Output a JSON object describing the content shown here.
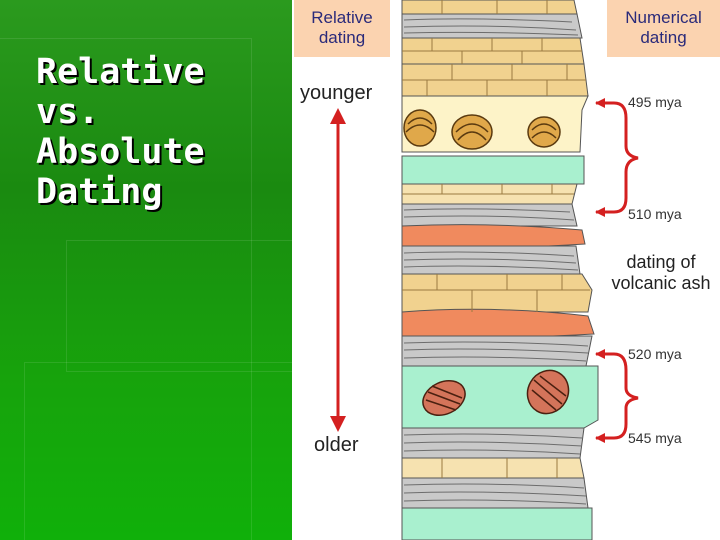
{
  "title_lines": [
    "Relative",
    "vs.",
    "Absolute",
    "Dating"
  ],
  "relative_box": {
    "line1": "Relative",
    "line2": "dating"
  },
  "numerical_box": {
    "line1": "Numerical",
    "line2": "dating"
  },
  "axis": {
    "top_label": "younger",
    "bottom_label": "older"
  },
  "ages": [
    {
      "label": "495 mya"
    },
    {
      "label": "510 mya"
    },
    {
      "label": "520 mya"
    },
    {
      "label": "545 mya"
    }
  ],
  "ash_label": {
    "line1": "dating of",
    "line2": "volcanic ash"
  },
  "colors": {
    "green_panel": "#1a8a10",
    "box_fill": "#fbd3b0",
    "arrow": "#d42020",
    "limestone": "#f1d28f",
    "shale": "#c9c9c9",
    "orange_layer": "#f08a5e",
    "mint_layer": "#a9f0cf"
  },
  "icons": {
    "fossil_shells": "clam-shell-icon",
    "trilobites": "trilobite-icon"
  }
}
